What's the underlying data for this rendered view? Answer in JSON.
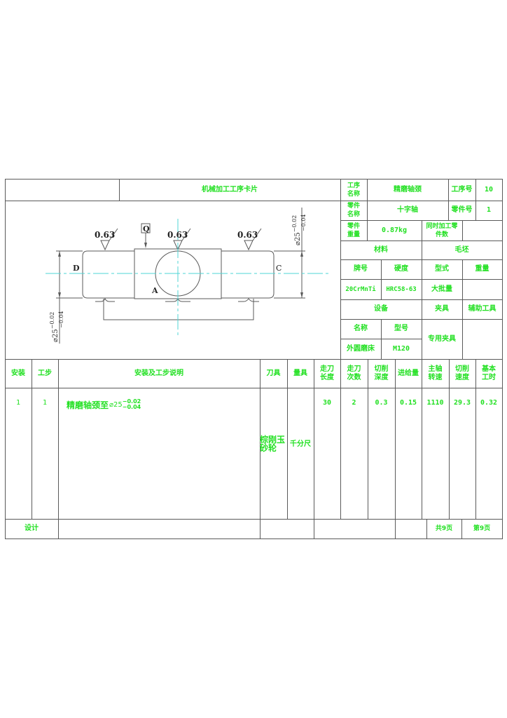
{
  "header": {
    "title": "机械加工工序卡片",
    "process_name_label": "工序\n名称",
    "process_name": "精磨轴颈",
    "process_no_label": "工序号",
    "process_no": "10",
    "part_name_label": "零件\n名称",
    "part_name": "十字轴",
    "part_no_label": "零件号",
    "part_no": "1",
    "part_weight_label": "零件\n重量",
    "part_weight": "0.87kg",
    "simultaneous_label": "同时加工零\n件数",
    "simultaneous_value": ""
  },
  "material": {
    "section_label": "材料",
    "grade_label": "牌号",
    "hardness_label": "硬度",
    "grade": "20CrMnTi",
    "hardness": "HRC58-63"
  },
  "blank": {
    "section_label": "毛坯",
    "form_label": "型式",
    "weight_label": "重量",
    "form": "大批量",
    "weight": ""
  },
  "equipment": {
    "section_label": "设备",
    "name_label": "名称",
    "model_label": "型号",
    "name": "外圆磨床",
    "model": "M120",
    "fixture_label": "夹具",
    "fixture": "专用夹具",
    "aux_tools_label": "辅助工具",
    "aux_tools": ""
  },
  "drawing": {
    "roughness": [
      "0.63",
      "0.63",
      "0.63"
    ],
    "datum": "Q",
    "label_d": "D",
    "label_c": "C",
    "label_a": "A",
    "dim_left": "⌀25",
    "dim_left_upper": "−0.02",
    "dim_left_lower": "−0.04",
    "dim_right": "⌀25",
    "dim_right_upper": "−0.02",
    "dim_right_lower": "−0.04"
  },
  "steps_table": {
    "columns": [
      "安装",
      "工步",
      "安装及工步说明",
      "刀具",
      "量具",
      "走刀\n长度",
      "走刀\n次数",
      "切削\n深度",
      "进给量",
      "主轴\n转速",
      "切削\n速度",
      "基本\n工时"
    ],
    "rows": [
      {
        "install": "1",
        "step": "1",
        "description": "精磨轴颈至",
        "desc_dim": "⌀25",
        "desc_upper": "−0.02",
        "desc_lower": "−0.04",
        "tool": "棕刚玉\n砂轮",
        "gauge": "千分尺",
        "feed_length": "30",
        "passes": "2",
        "cut_depth": "0.3",
        "feed": "0.15",
        "spindle_speed": "1110",
        "cut_speed": "29.3",
        "base_time": "0.32"
      }
    ]
  },
  "footer": {
    "design_label": "设计",
    "total_pages": "共9页",
    "page_no": "第9页"
  },
  "colors": {
    "text_green": "#22e022",
    "line": "#5a5a5a",
    "center_line": "#4fd6d6"
  }
}
